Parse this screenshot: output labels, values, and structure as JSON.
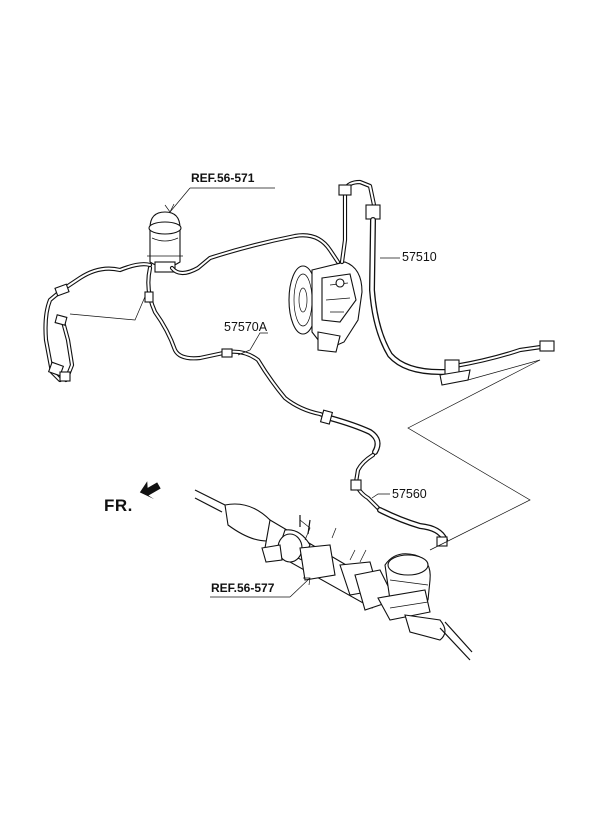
{
  "labels": {
    "ref_reservoir": "REF.56-571",
    "ref_gear": "REF.56-577",
    "part_57510": "57510",
    "part_57570a": "57570A",
    "part_57560": "57560",
    "front": "FR."
  }
}
